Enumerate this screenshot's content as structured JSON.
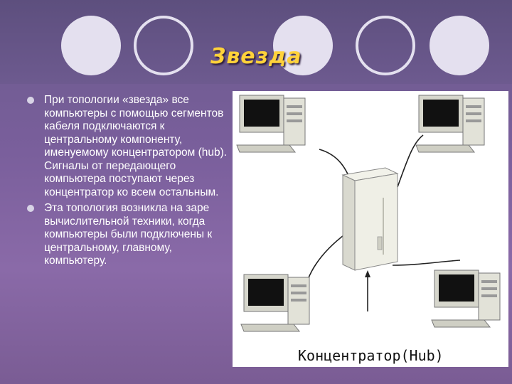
{
  "slide": {
    "title": "Звезда",
    "bullets": [
      {
        "text": "При топологии «звезда» все компьютеры с помощью сегментов кабеля подключаются к центральному компоненту, именуемому концентратором (hub). Сигналы от передающего компьютера поступают через концентратор ко всем остальным."
      },
      {
        "text": " Эта топология возникла на заре вычислительной техники, когда компьютеры были подключены к центральному, главному, компьютеру."
      }
    ]
  },
  "figure": {
    "caption": "Концентратор(Hub)",
    "computers": [
      "top-left",
      "top-right",
      "bottom-left",
      "bottom-right"
    ]
  },
  "colors": {
    "title": "#ffd23a",
    "background": "#7a5f9c",
    "decor": "#e4e0ef"
  }
}
